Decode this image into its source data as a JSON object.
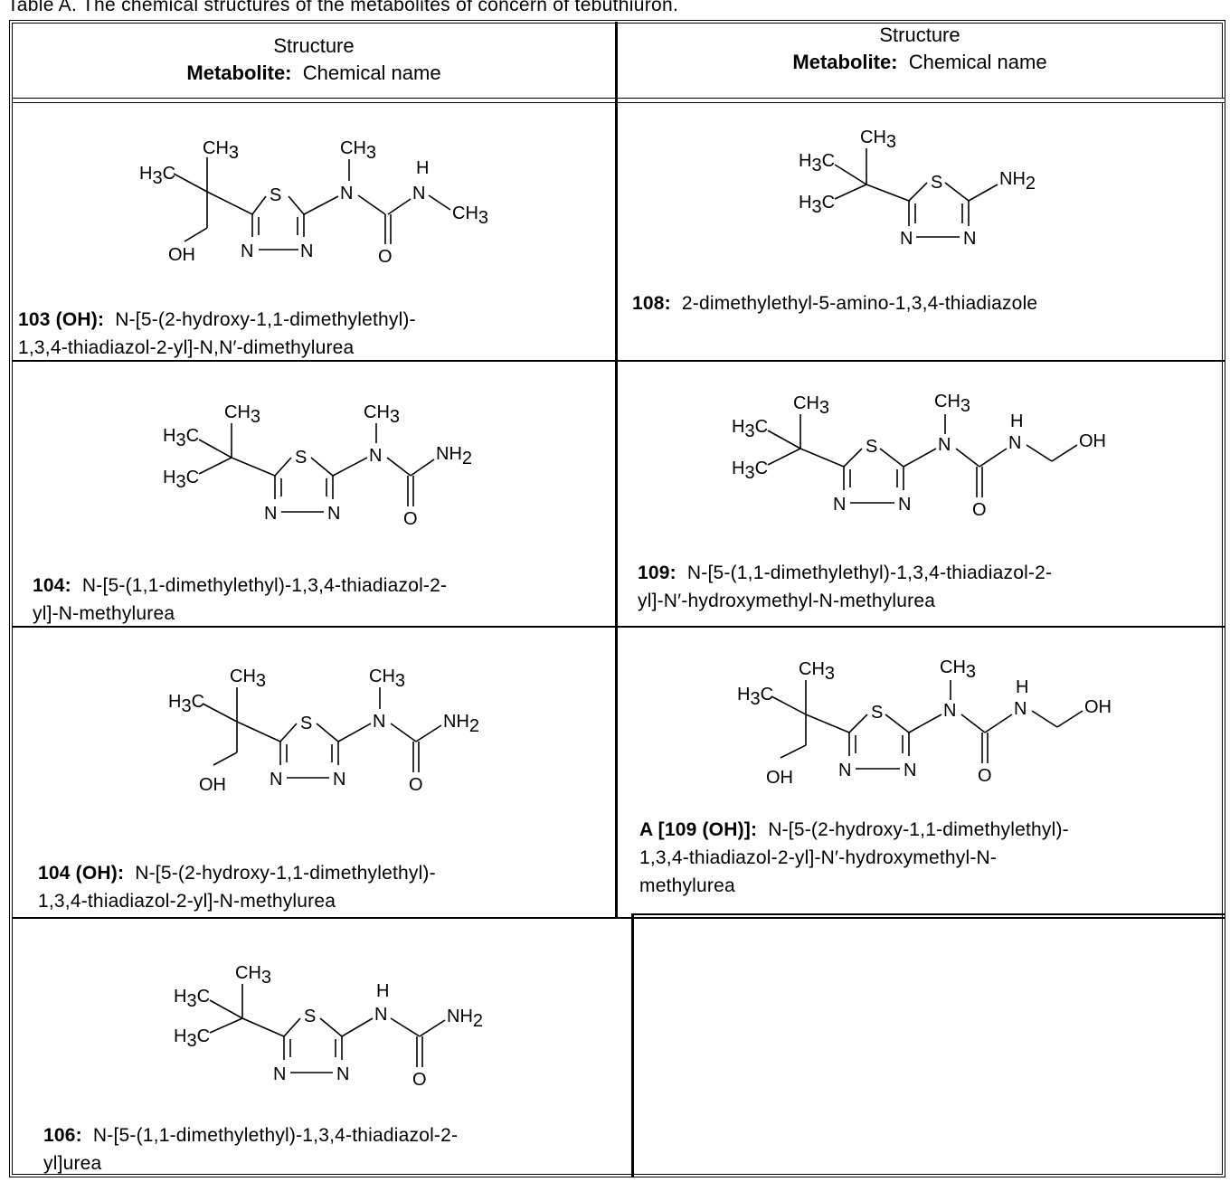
{
  "caption": "Table A.  The chemical structures of the metabolites of concern of tebuthiuron.",
  "header": {
    "left": {
      "line1": "Structure",
      "bold": "Metabolite:",
      "rest": "Chemical name"
    },
    "right": {
      "line1": "Structure",
      "bold": "Metabolite:",
      "rest": "Chemical name"
    }
  },
  "labels": {
    "CH": "CH",
    "H": "H",
    "C": "C",
    "sub3": "3",
    "sub2": "2",
    "S": "S",
    "N": "N",
    "O": "O",
    "OH": "OH",
    "NH": "NH"
  },
  "rows": [
    {
      "id": "103 (OH):",
      "name": "N-[5-(2-hydroxy-1,1-dimethylethyl)-1,3,4-thiadiazol-2-yl]-N,N′-dimethylurea",
      "line1": "N-[5-(2-hydroxy-1,1-dimethylethyl)-",
      "line2": "1,3,4-thiadiazol-2-yl]-N,N′-dimethylurea"
    },
    {
      "id": "108:",
      "line1": "2-dimethylethyl-5-amino-1,3,4-thiadiazole",
      "line2": ""
    },
    {
      "id": "104:",
      "line1": "N-[5-(1,1-dimethylethyl)-1,3,4-thiadiazol-2-",
      "line2": "yl]-N-methylurea"
    },
    {
      "id": "109:",
      "line1": "N-[5-(1,1-dimethylethyl)-1,3,4-thiadiazol-2-",
      "line2": "yl]-N′-hydroxymethyl-N-methylurea"
    },
    {
      "id": "104 (OH):",
      "line1": "N-[5-(2-hydroxy-1,1-dimethylethyl)-",
      "line2": "1,3,4-thiadiazol-2-yl]-N-methylurea"
    },
    {
      "id": "A [109 (OH)]:",
      "line1": "N-[5-(2-hydroxy-1,1-dimethylethyl)-",
      "line2": "1,3,4-thiadiazol-2-yl]-N′-hydroxymethyl-N-",
      "line3": "methylurea"
    },
    {
      "id": "106:",
      "line1": "N-[5-(1,1-dimethylethyl)-1,3,4-thiadiazol-2-",
      "line2": "yl]urea"
    }
  ]
}
